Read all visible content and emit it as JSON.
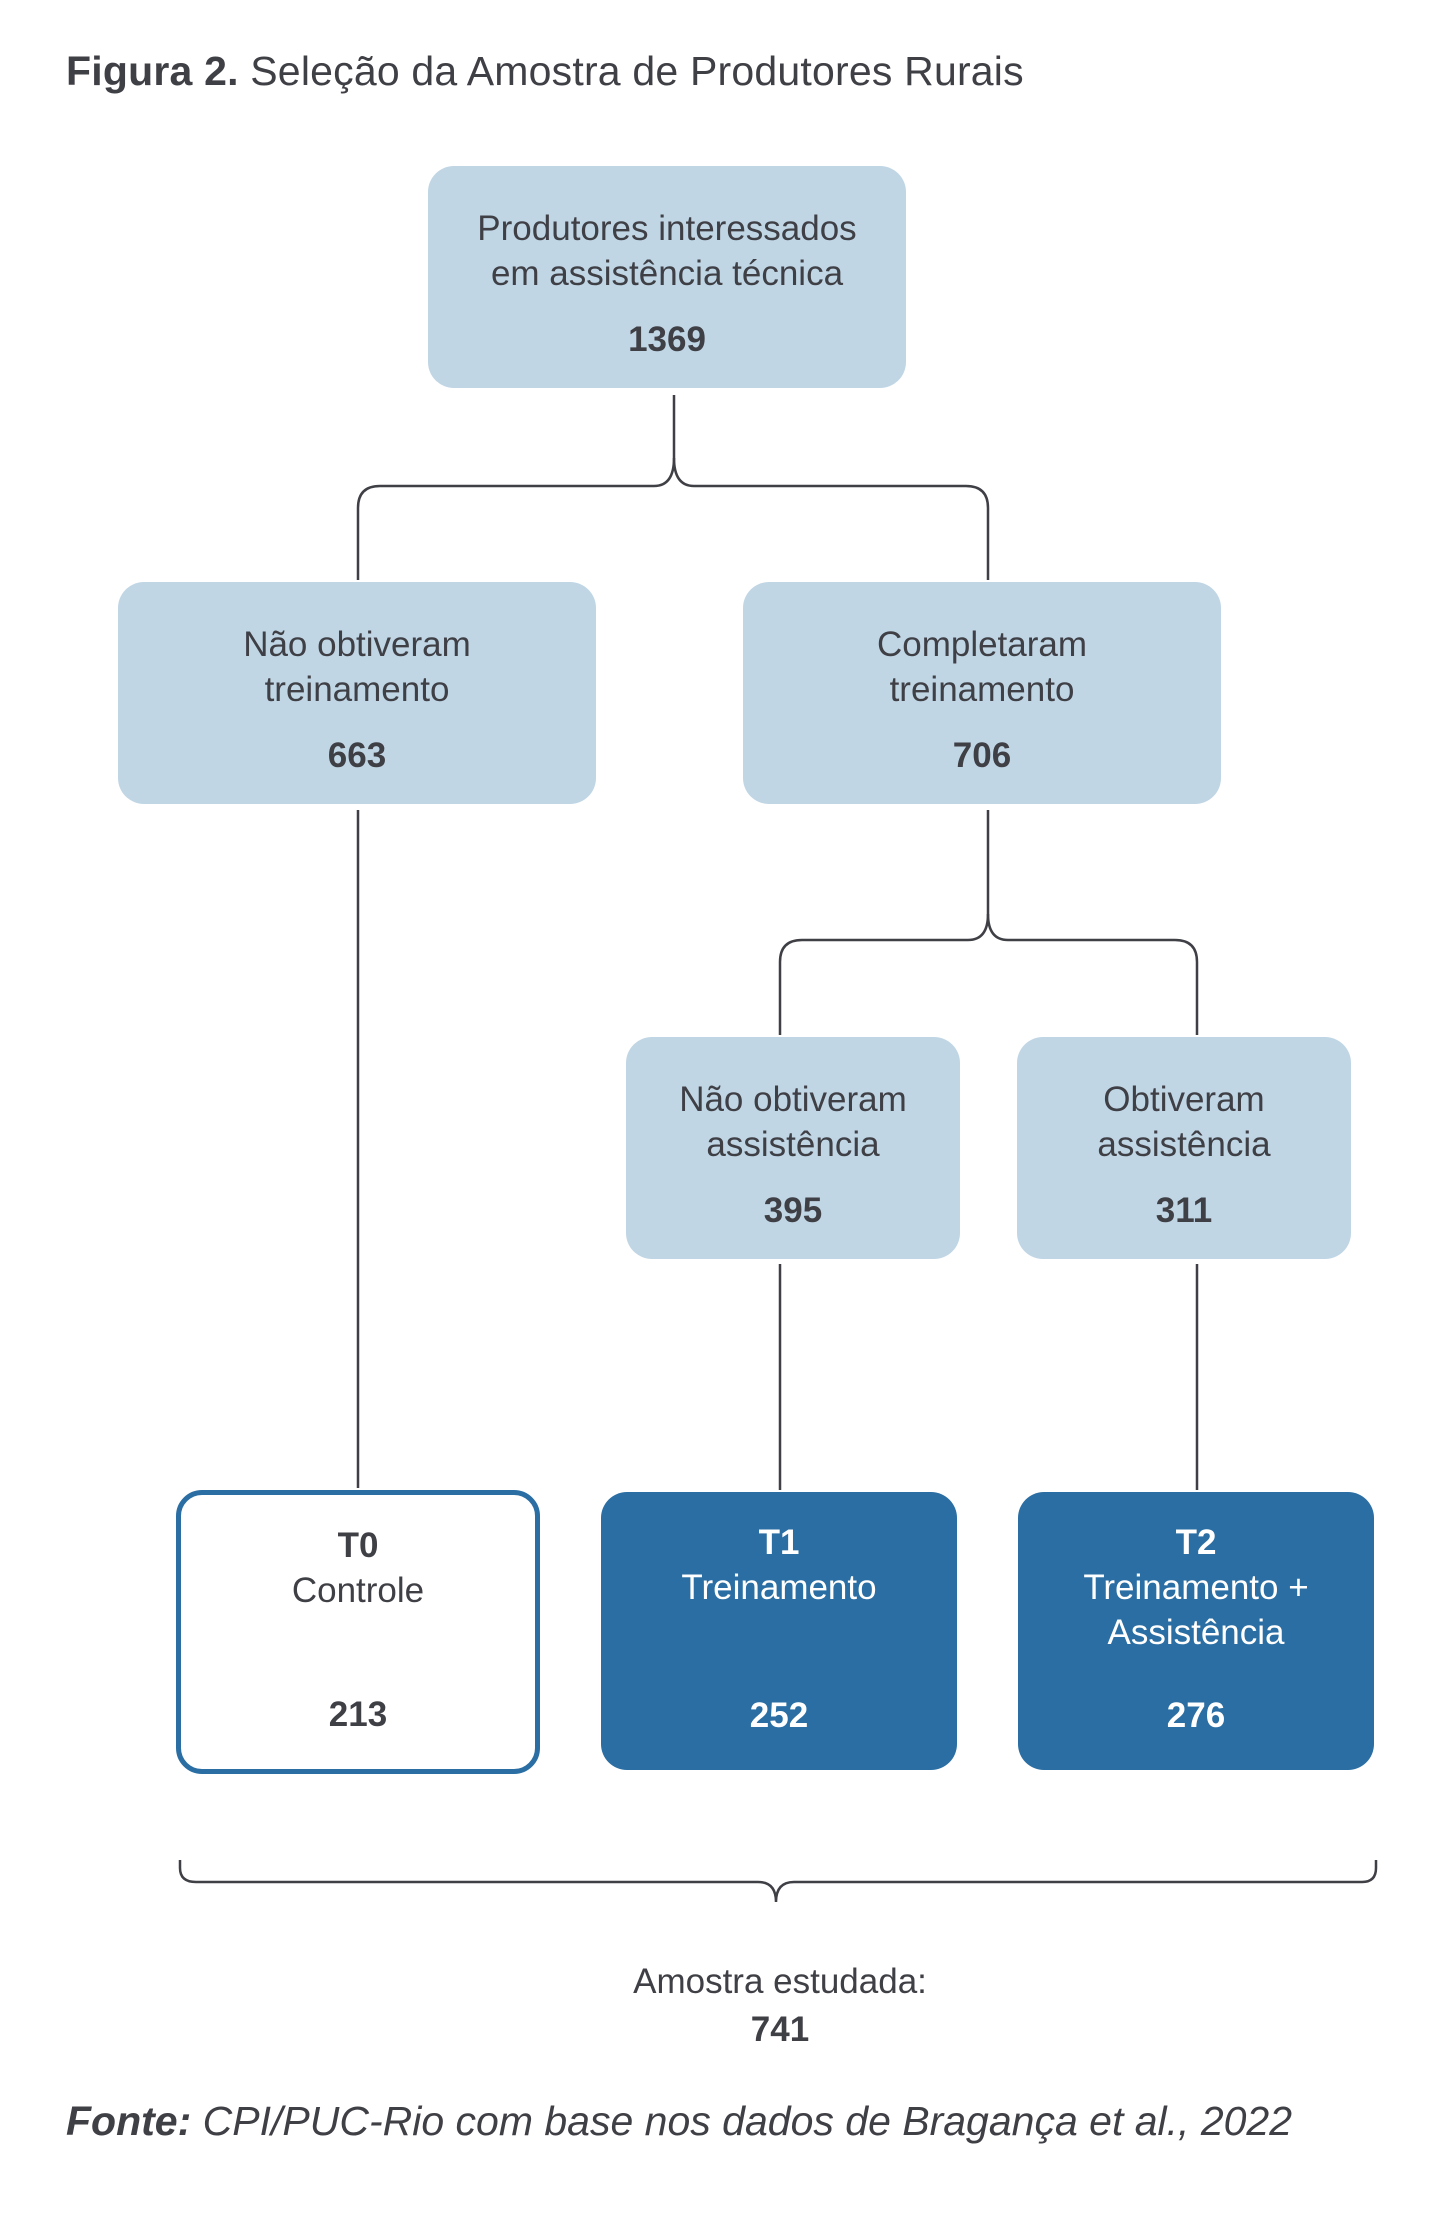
{
  "figure": {
    "number": "Figura 2.",
    "title": "Seleção da Amostra de Produtores Rurais"
  },
  "nodes": {
    "root": {
      "label_line1": "Produtores interessados",
      "label_line2": "em assistência técnica",
      "count": "1369"
    },
    "no_training": {
      "label_line1": "Não obtiveram",
      "label_line2": "treinamento",
      "count": "663"
    },
    "completed_training": {
      "label_line1": "Completaram",
      "label_line2": "treinamento",
      "count": "706"
    },
    "no_assistance": {
      "label_line1": "Não obtiveram",
      "label_line2": "assistência",
      "count": "395"
    },
    "got_assistance": {
      "label_line1": "Obtiveram",
      "label_line2": "assistência",
      "count": "311"
    }
  },
  "groups": {
    "t0": {
      "code": "T0",
      "label_line1": "Controle",
      "label_line2": "",
      "count": "213"
    },
    "t1": {
      "code": "T1",
      "label_line1": "Treinamento",
      "label_line2": "",
      "count": "252"
    },
    "t2": {
      "code": "T2",
      "label_line1": "Treinamento +",
      "label_line2": "Assistência",
      "count": "276"
    }
  },
  "sample": {
    "label": "Amostra estudada:",
    "value": "741"
  },
  "source": {
    "prefix": "Fonte:",
    "text": "CPI/PUC-Rio com base nos dados de Bragança et al., 2022"
  },
  "colors": {
    "light_box": "#c0d6e5",
    "dark_box": "#2a6ea3",
    "text": "#3f3f46",
    "line": "#3f3f46"
  }
}
